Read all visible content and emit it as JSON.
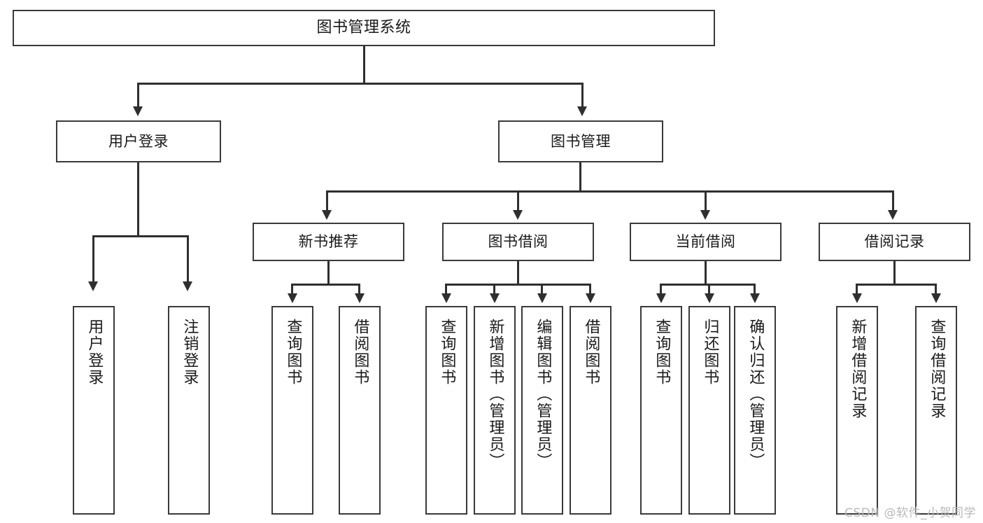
{
  "diagram": {
    "title": "图书管理系统",
    "root": {
      "id": "root",
      "label": "图书管理系统"
    },
    "level1": [
      {
        "id": "user-login",
        "label": "用户登录"
      },
      {
        "id": "book-manage",
        "label": "图书管理"
      }
    ],
    "level2": [
      {
        "id": "new-book-recommend",
        "label": "新书推荐"
      },
      {
        "id": "book-borrow",
        "label": "图书借阅"
      },
      {
        "id": "current-borrow",
        "label": "当前借阅"
      },
      {
        "id": "borrow-record",
        "label": "借阅记录"
      }
    ],
    "leaves": {
      "user_login": [
        {
          "id": "leaf-user-login",
          "label": "用户登录"
        },
        {
          "id": "leaf-logout-login",
          "label": "注销登录"
        }
      ],
      "new_book_recommend": [
        {
          "id": "leaf-query-book-1",
          "label": "查询图书"
        },
        {
          "id": "leaf-borrow-book-1",
          "label": "借阅图书"
        }
      ],
      "book_borrow": [
        {
          "id": "leaf-query-book-2",
          "label": "查询图书"
        },
        {
          "id": "leaf-add-book",
          "label": "新增图书（管理员）"
        },
        {
          "id": "leaf-edit-book",
          "label": "编辑图书（管理员）"
        },
        {
          "id": "leaf-borrow-book-2",
          "label": "借阅图书"
        }
      ],
      "current_borrow": [
        {
          "id": "leaf-query-book-3",
          "label": "查询图书"
        },
        {
          "id": "leaf-return-book",
          "label": "归还图书"
        },
        {
          "id": "leaf-confirm-return",
          "label": "确认归还（管理员）"
        }
      ],
      "borrow_record": [
        {
          "id": "leaf-add-record",
          "label": "新增借阅记录"
        },
        {
          "id": "leaf-query-record",
          "label": "查询借阅记录"
        }
      ]
    }
  },
  "watermark": {
    "text": "CSDN @软件_小贺同学"
  },
  "colors": {
    "box_border": "#3a3a3a",
    "connector": "#2f2f2f",
    "text": "#1a1a1a",
    "background": "#ffffff",
    "watermark": "#b9b9b9"
  }
}
